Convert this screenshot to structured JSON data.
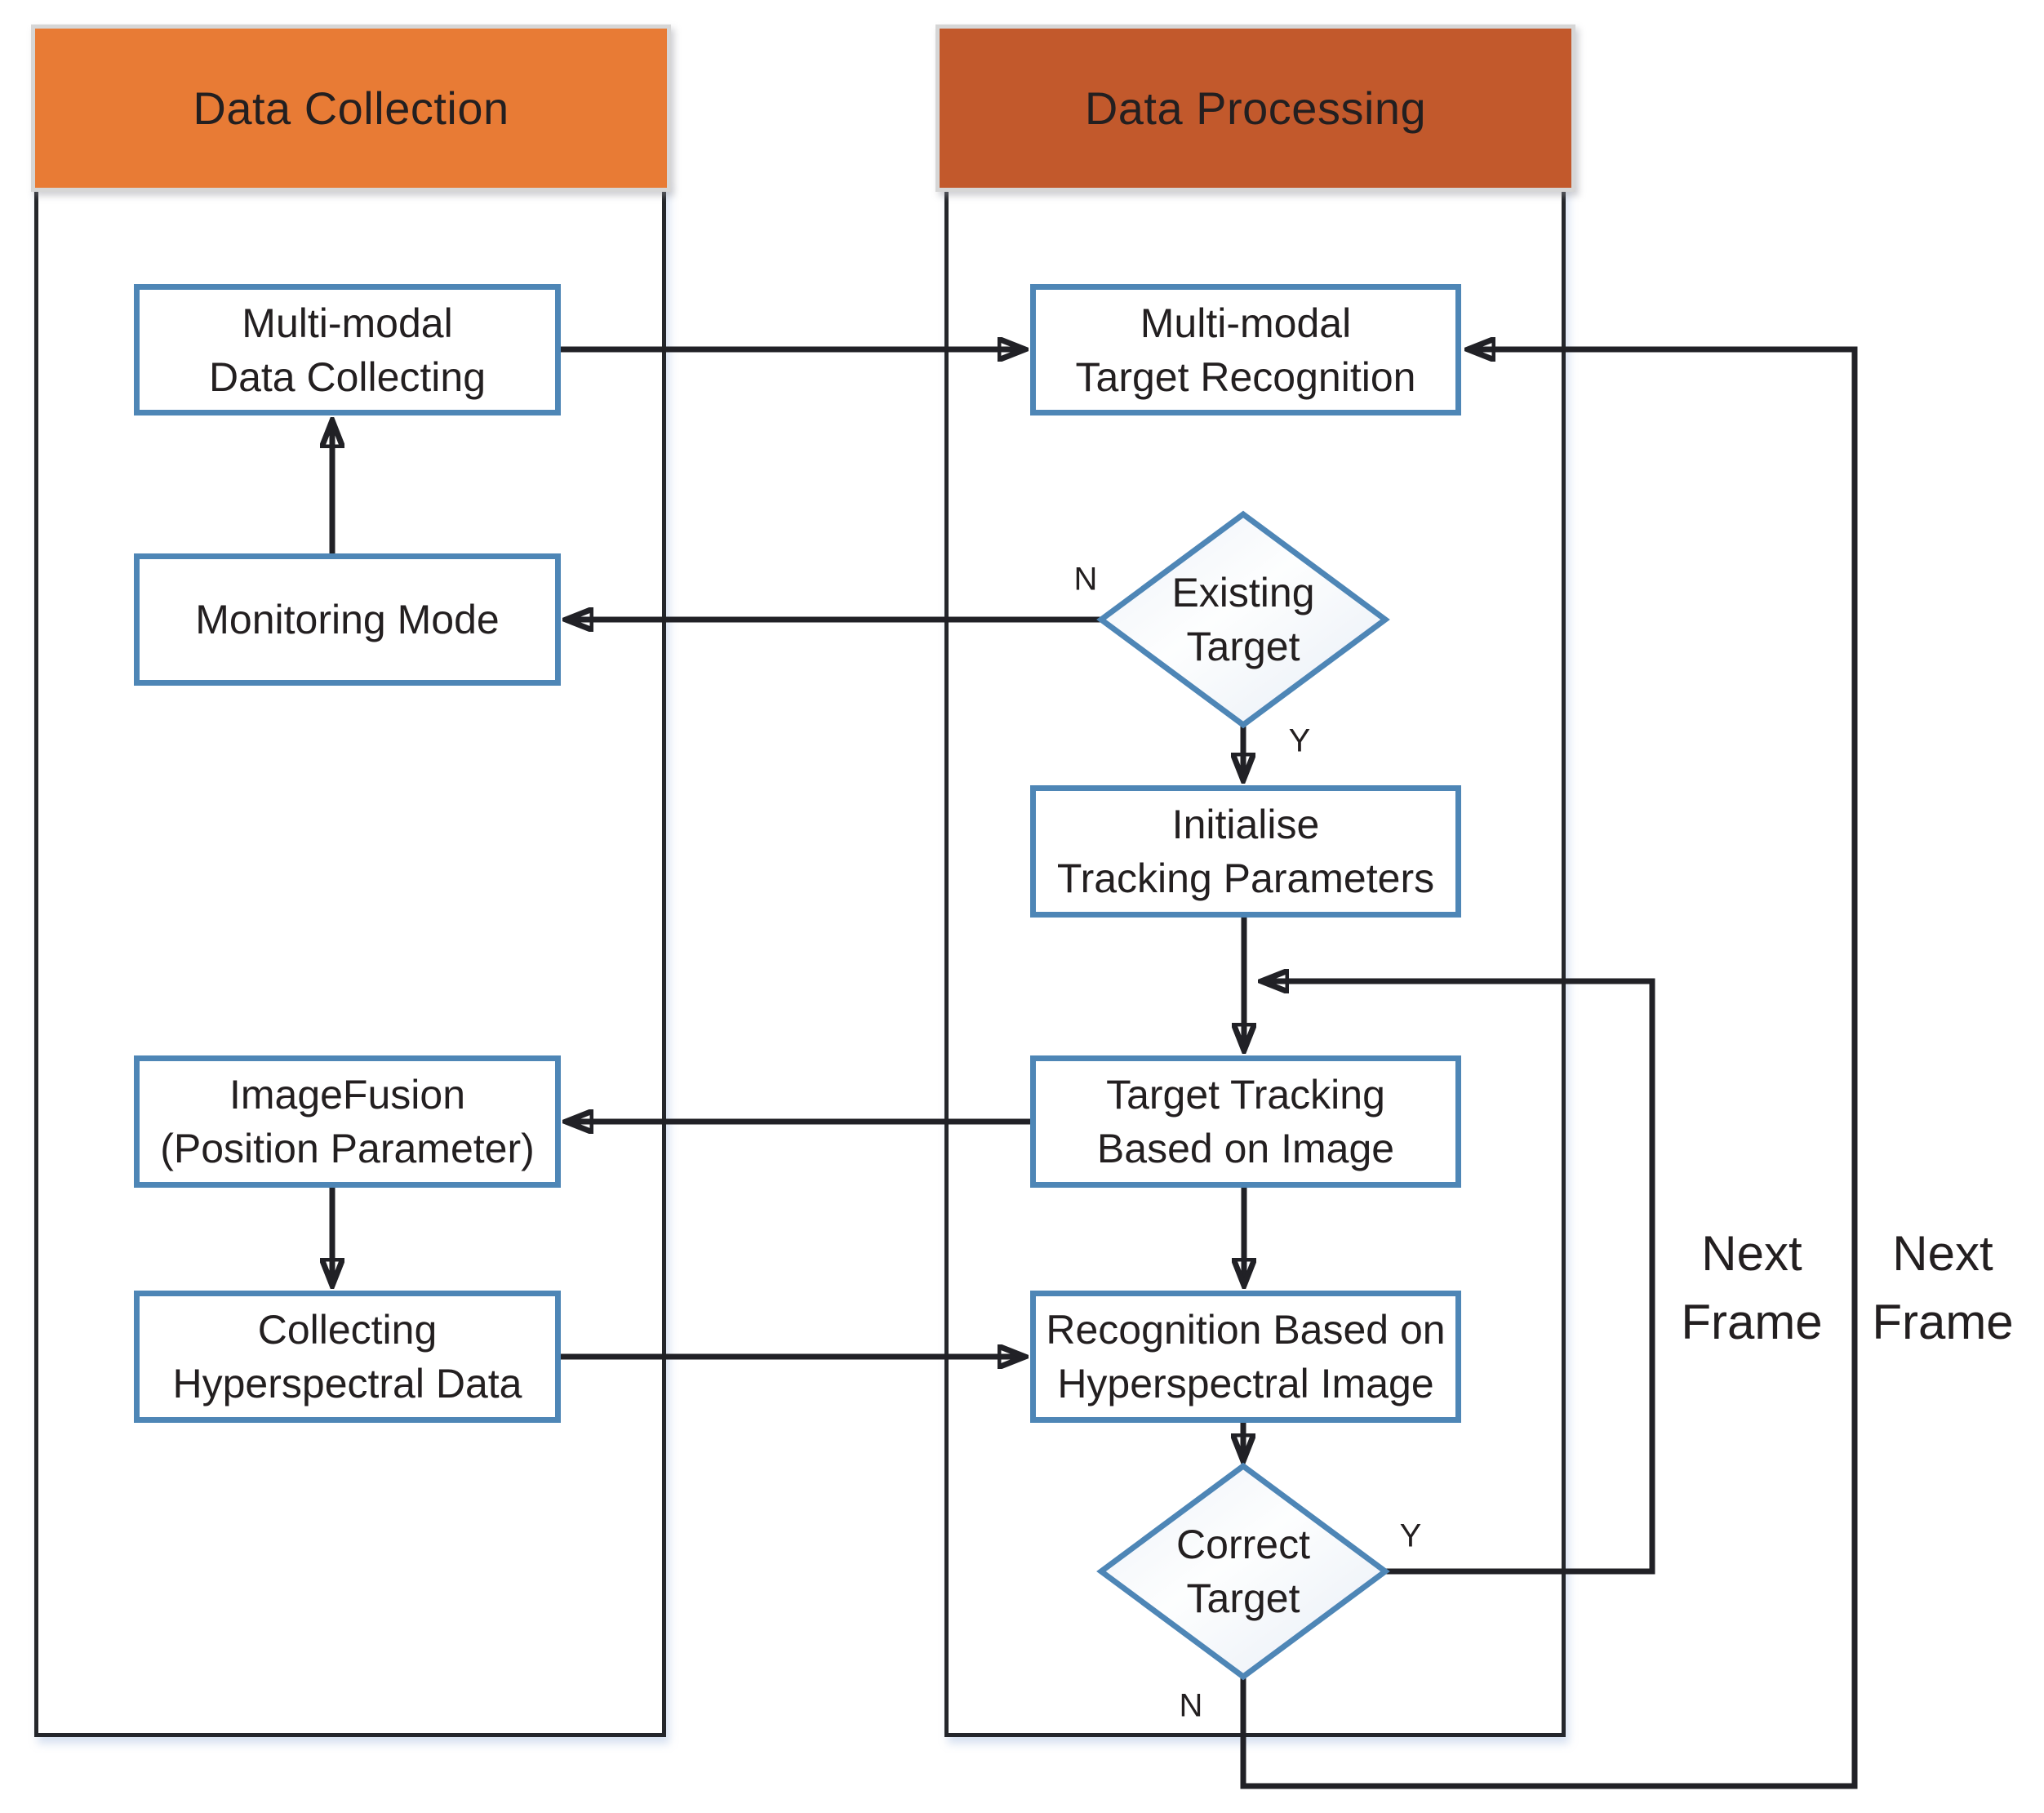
{
  "headers": {
    "left": "Data Collection",
    "right": "Data Processing"
  },
  "nodes": {
    "multi_modal_data_collecting": "Multi-modal\nData Collecting",
    "monitoring_mode": "Monitoring Mode",
    "image_fusion": "ImageFusion\n(Position Parameter)",
    "collecting_hyperspectral_data": "Collecting\nHyperspectral Data",
    "multi_modal_target_recognition": "Multi-modal\nTarget Recognition",
    "existing_target": "Existing\nTarget",
    "initialise_tracking_parameters": "Initialise\nTracking Parameters",
    "target_tracking_based_on_image": "Target Tracking\nBased on Image",
    "recognition_based_on_hyperspectral_image": "Recognition Based on\nHyperspectral Image",
    "correct_target": "Correct\nTarget"
  },
  "edge_labels": {
    "existing_target_no": "N",
    "existing_target_yes": "Y",
    "correct_target_yes": "Y",
    "correct_target_no": "N",
    "next_frame_inner": "Next\nFrame",
    "next_frame_outer": "Next\nFrame"
  },
  "colors": {
    "accent-left": "#E87B35",
    "accent-right": "#C2592C",
    "node-border": "#4E86B6",
    "line": "#212126",
    "text": "#231F20",
    "diamond-tint": "#E7EDF6"
  }
}
